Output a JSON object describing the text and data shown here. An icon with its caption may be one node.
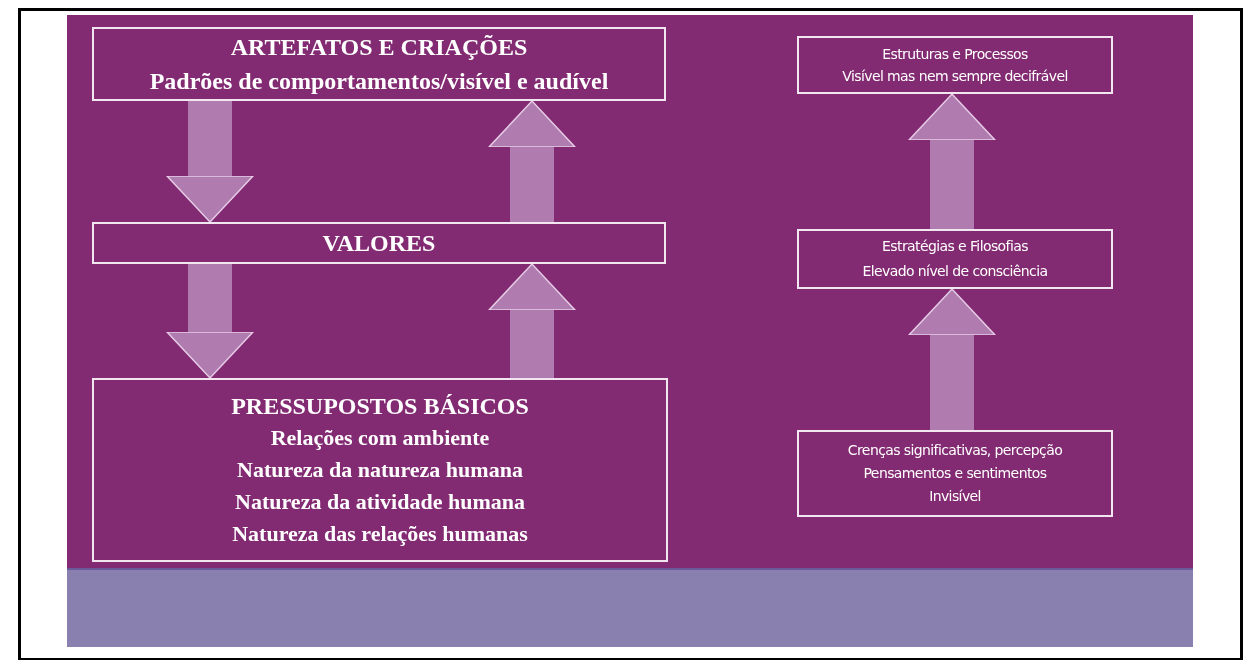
{
  "diagram": {
    "nodes": [
      {
        "text": [
          "ARTEFATOS  E CRIAÇÕES",
          "Padrões de comportamentos/visível  e audível"
        ]
      },
      {
        "text": [
          "VALORES"
        ]
      },
      {
        "text": [
          "PRESSUPOSTOS  BÁSICOS",
          "Relações com ambiente",
          "Natureza da natureza  humana",
          "Natureza da atividade humana",
          "Natureza das relações humanas"
        ]
      },
      {
        "text": [
          "Estruturas e Processos",
          "Visível mas nem sempre decifrável"
        ]
      },
      {
        "text": [
          "Estratégias e Filosofias",
          "Elevado nível de consciência"
        ]
      },
      {
        "text": [
          "Crenças significativas, percepção",
          "Pensamentos e sentimentos",
          "Invisível"
        ]
      }
    ],
    "edges": [
      {
        "from": 0,
        "to": 1,
        "arrow": "to"
      },
      {
        "from": 1,
        "to": 0,
        "arrow": "to"
      },
      {
        "from": 1,
        "to": 2,
        "arrow": "to"
      },
      {
        "from": 2,
        "to": 1,
        "arrow": "to"
      },
      {
        "from": 4,
        "to": 3,
        "arrow": "to"
      },
      {
        "from": 5,
        "to": 4,
        "arrow": "to"
      }
    ]
  }
}
